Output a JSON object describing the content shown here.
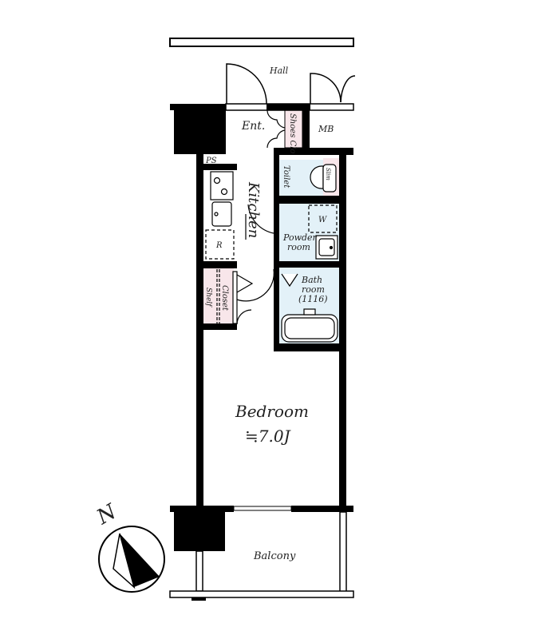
{
  "rooms": {
    "hall": "Hall",
    "entrance": "Ent.",
    "shoes_closet": "Shoes Clo",
    "meter_box": "MB",
    "pipe_space": "PS",
    "toilet": "Toilet",
    "toilet_remote": "Slim",
    "kitchen": "Kitchen",
    "washer": "W",
    "powder_room_line1": "Powder",
    "powder_room_line2": "room",
    "refrigerator": "R",
    "bath_line1": "Bath",
    "bath_line2": "room",
    "bath_size": "(1116)",
    "closet": "Closet",
    "shelf": "Shelf",
    "bedroom": "Bedroom",
    "bedroom_size": "≒7.0J",
    "balcony": "Balcony"
  },
  "compass": {
    "label": "N"
  },
  "colors": {
    "wall": "#000000",
    "wet_area": "#e3f1f8",
    "storage": "#f8e6ea"
  }
}
